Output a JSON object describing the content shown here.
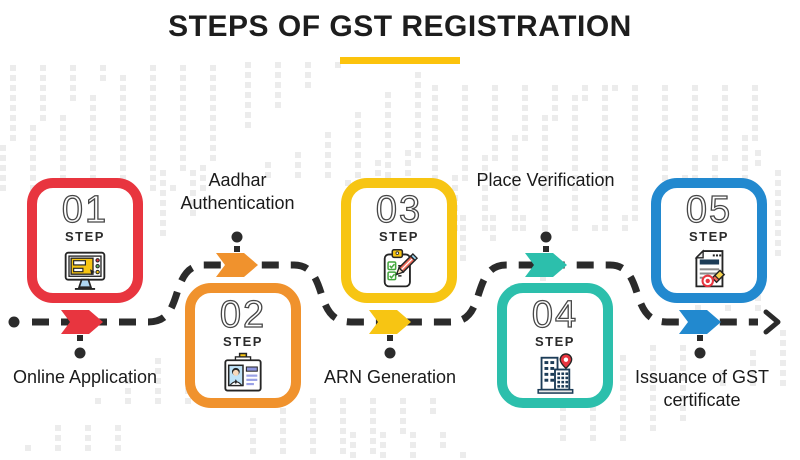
{
  "title": "STEPS OF GST REGISTRATION",
  "steps": [
    {
      "number": "01",
      "step_word": "STEP",
      "caption": "Online Application",
      "color": "#e8353f",
      "icon": "computer-monitor-icon",
      "caption_position": "below"
    },
    {
      "number": "02",
      "step_word": "STEP",
      "caption": "Aadhar Authentication",
      "color": "#f0922d",
      "icon": "id-card-icon",
      "caption_position": "above"
    },
    {
      "number": "03",
      "step_word": "STEP",
      "caption": "ARN Generation",
      "color": "#f7c513",
      "icon": "clipboard-checklist-icon",
      "caption_position": "below"
    },
    {
      "number": "04",
      "step_word": "STEP",
      "caption": "Place Verification",
      "color": "#2cbfac",
      "icon": "building-location-icon",
      "caption_position": "above"
    },
    {
      "number": "05",
      "step_word": "STEP",
      "caption": "Issuance of GST certificate",
      "color": "#2289cf",
      "icon": "certificate-stamp-icon",
      "caption_position": "below"
    }
  ],
  "colors": {
    "title_text": "#1d1d1d",
    "title_underline": "#fcc30c",
    "flow_path": "#2b2b2b",
    "step_red": "#e8353f",
    "step_orange": "#f0922d",
    "step_yellow": "#f7c513",
    "step_teal": "#2cbfac",
    "step_blue": "#2289cf",
    "background_dots": "#ececec"
  }
}
